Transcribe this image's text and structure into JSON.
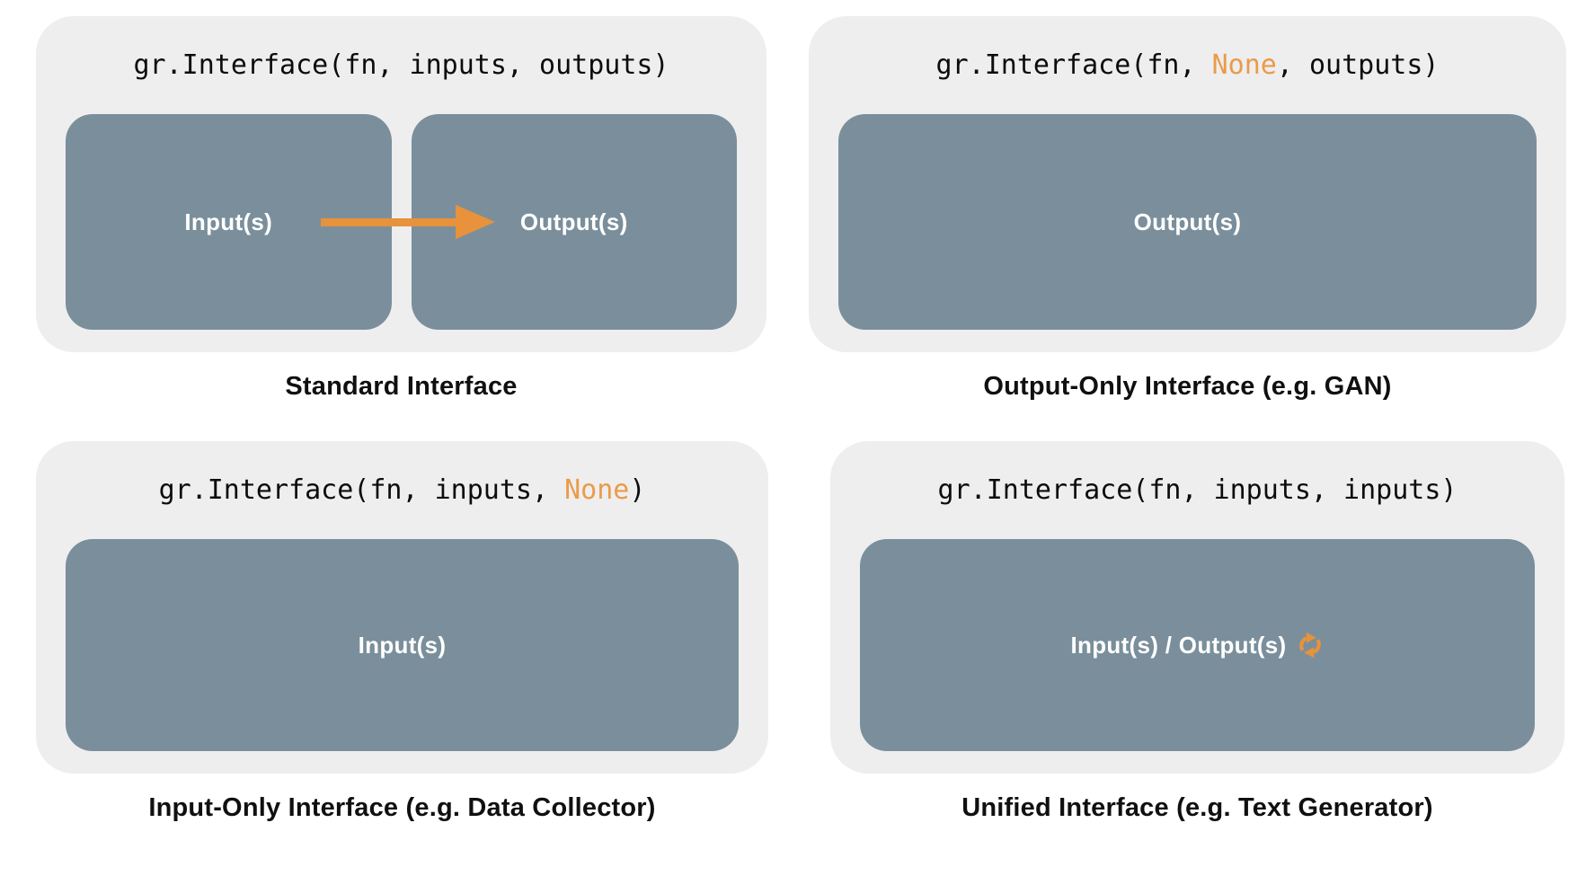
{
  "colors": {
    "page_bg": "#ffffff",
    "panel_bg": "#eeeeef",
    "box_bg": "#7a8f9b",
    "accent_orange": "#e8923c",
    "code_accent": "#ea9b4a",
    "code_text": "#0c0c0c",
    "caption_text": "#101010",
    "box_text": "#ffffff"
  },
  "icons": {
    "arrow": "arrow-right-icon",
    "cycle": "cycle-icon"
  },
  "panels": [
    {
      "id": "standard",
      "code": {
        "pre": "gr.Interface(fn, inputs, outputs)",
        "accent": "",
        "post": ""
      },
      "boxes": [
        {
          "label": "Input(s)"
        },
        {
          "label": "Output(s)"
        }
      ],
      "caption": "Standard Interface"
    },
    {
      "id": "output-only",
      "code": {
        "pre": "gr.Interface(fn, ",
        "accent": "None",
        "post": ", outputs)"
      },
      "boxes": [
        {
          "label": "Output(s)"
        }
      ],
      "caption": "Output-Only Interface (e.g. GAN)"
    },
    {
      "id": "input-only",
      "code": {
        "pre": "gr.Interface(fn, inputs, ",
        "accent": "None",
        "post": ")"
      },
      "boxes": [
        {
          "label": "Input(s)"
        }
      ],
      "caption": "Input-Only Interface (e.g. Data Collector)"
    },
    {
      "id": "unified",
      "code": {
        "pre": "gr.Interface(fn, inputs, inputs)",
        "accent": "",
        "post": ""
      },
      "boxes": [
        {
          "label": "Input(s) / Output(s)"
        }
      ],
      "caption": "Unified Interface (e.g. Text Generator)"
    }
  ]
}
